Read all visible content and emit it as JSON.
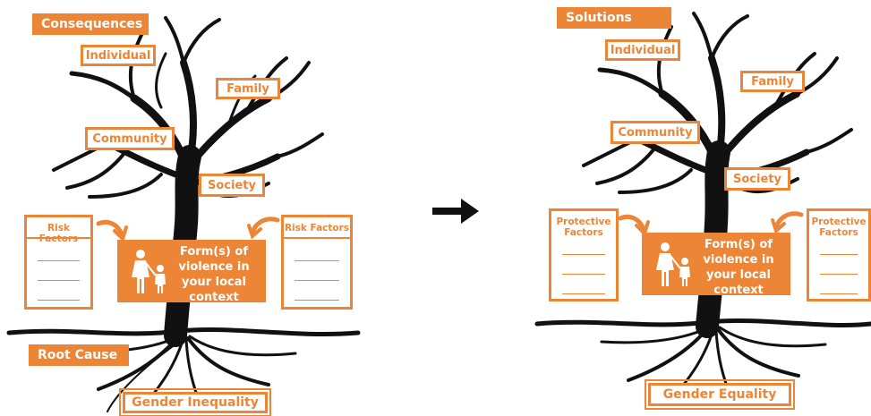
{
  "accent_color": "#ed8536",
  "left_tree": {
    "header": "Consequences",
    "levels": {
      "individual": "Individual",
      "family": "Family",
      "community": "Community",
      "society": "Society"
    },
    "factor_left": "Risk Factors",
    "factor_right": "Risk Factors",
    "central_text": "Form(s) of violence in your local context",
    "root_label": "Root Cause",
    "root": "Gender Inequality"
  },
  "right_tree": {
    "header": "Solutions",
    "levels": {
      "individual": "Individual",
      "family": "Family",
      "community": "Community",
      "society": "Society"
    },
    "factor_left": "Protective Factors",
    "factor_right": "Protective Factors",
    "central_text": "Form(s) of violence in your local context",
    "root": "Gender Equality"
  },
  "transition_icon": "right-arrow-icon",
  "figure_icon": "woman-and-child-icon"
}
